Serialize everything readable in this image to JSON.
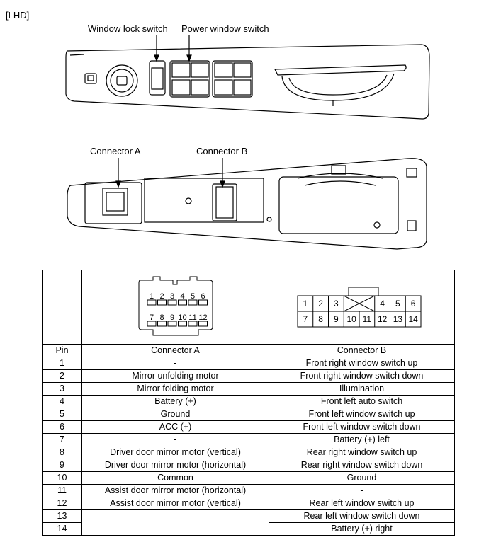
{
  "header": {
    "variant": "[LHD]"
  },
  "labels": {
    "window_lock_switch": "Window lock switch",
    "power_window_switch": "Power window switch",
    "connector_a": "Connector A",
    "connector_b": "Connector B"
  },
  "connector_a_pins": {
    "row1": [
      "1",
      "2",
      "3",
      "4",
      "5",
      "6"
    ],
    "row2": [
      "7",
      "8",
      "9",
      "10",
      "11",
      "12"
    ]
  },
  "connector_b_pins": {
    "row1": [
      "1",
      "2",
      "3",
      "",
      "4",
      "5",
      "6"
    ],
    "row2": [
      "7",
      "8",
      "9",
      "10",
      "11",
      "12",
      "13",
      "14"
    ]
  },
  "table": {
    "headers": [
      "Pin",
      "Connector A",
      "Connector B"
    ],
    "rows": [
      {
        "pin": "1",
        "a": "-",
        "b": "Front right window switch up"
      },
      {
        "pin": "2",
        "a": "Mirror unfolding motor",
        "b": "Front right window switch down"
      },
      {
        "pin": "3",
        "a": "Mirror folding motor",
        "b": "Illumination"
      },
      {
        "pin": "4",
        "a": "Battery (+)",
        "b": "Front left auto switch"
      },
      {
        "pin": "5",
        "a": "Ground",
        "b": "Front left window switch up"
      },
      {
        "pin": "6",
        "a": "ACC (+)",
        "b": "Front left window switch down"
      },
      {
        "pin": "7",
        "a": "-",
        "b": "Battery (+) left"
      },
      {
        "pin": "8",
        "a": "Driver door mirror motor (vertical)",
        "b": "Rear right window switch up"
      },
      {
        "pin": "9",
        "a": "Driver door mirror motor (horizontal)",
        "b": "Rear right window switch down"
      },
      {
        "pin": "10",
        "a": "Common",
        "b": "Ground"
      },
      {
        "pin": "11",
        "a": "Assist  door mirror motor (horizontal)",
        "b": "-"
      },
      {
        "pin": "12",
        "a": "Assist  door mirror motor (vertical)",
        "b": "Rear left window switch up"
      },
      {
        "pin": "13",
        "a": "",
        "b": "Rear left window switch down"
      },
      {
        "pin": "14",
        "a": "",
        "b": "Battery (+) right"
      }
    ]
  }
}
